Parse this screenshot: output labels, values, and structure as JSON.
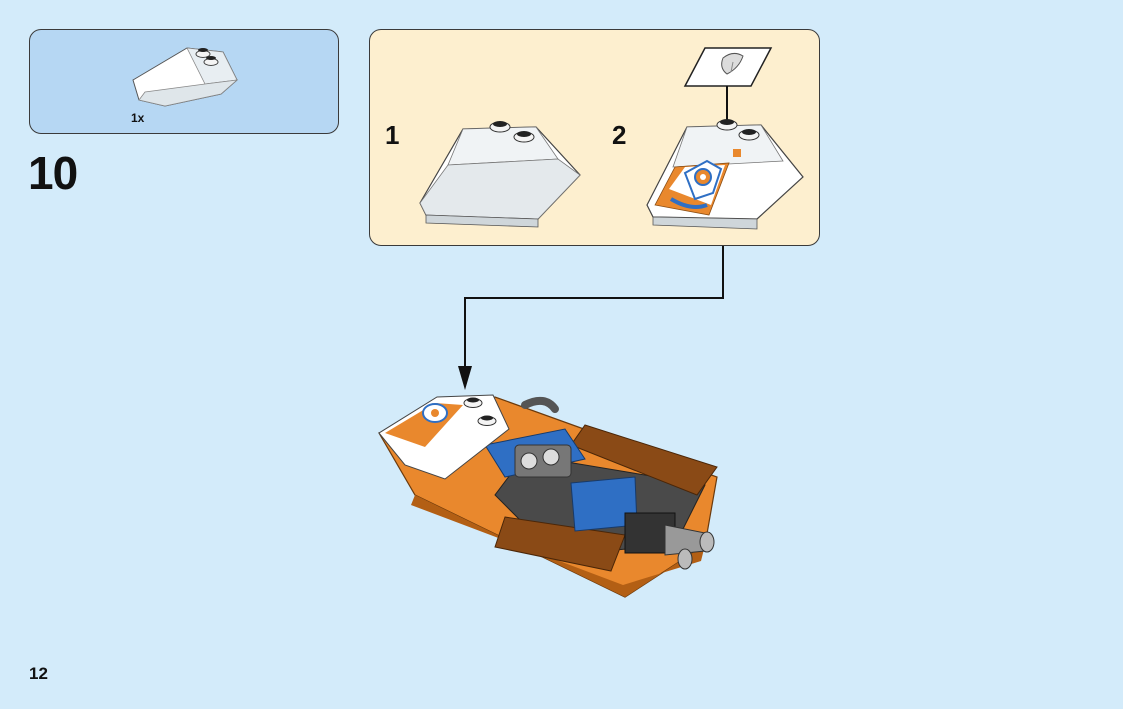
{
  "step": {
    "number": "10"
  },
  "parts_list": {
    "items": [
      {
        "quantity": "1x",
        "part_icon": "wedge-slope-brick-icon"
      }
    ]
  },
  "sub_assembly": {
    "steps": [
      {
        "number": "1",
        "part_icon": "wedge-slope-brick-icon"
      },
      {
        "number": "2",
        "part_icon": "wedge-slope-with-sticker-icon",
        "callout_icon": "sticker-sheet-icon"
      }
    ]
  },
  "page": {
    "number": "12"
  },
  "colors": {
    "background": "#d3ebfa",
    "parts_panel": "#b6d7f3",
    "sub_panel": "#fdefcf",
    "hull_orange": "#e9882d",
    "seat_blue": "#2f6fc4",
    "dark_grey": "#4a4a4a"
  }
}
